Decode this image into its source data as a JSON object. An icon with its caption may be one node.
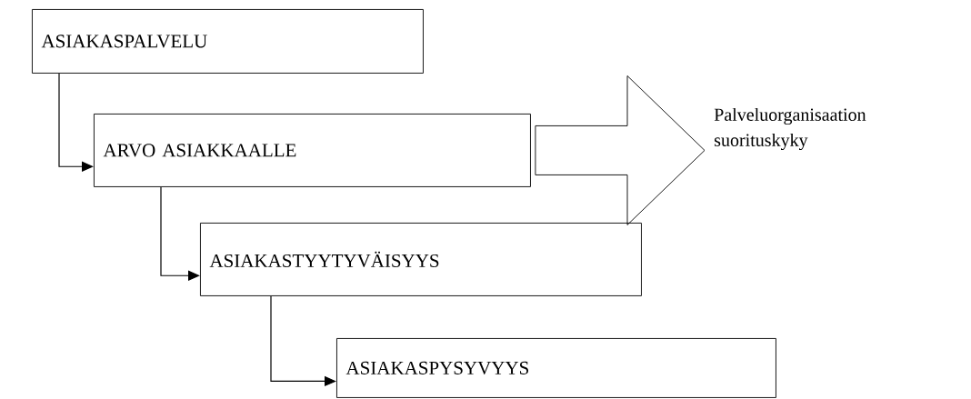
{
  "diagram": {
    "nodes": [
      {
        "text": [
          "ASIAKASPALVELU"
        ]
      },
      {
        "text": [
          "ARVO ASIAKKAALLE"
        ]
      },
      {
        "text": [
          "ASIAKASTYYTYVÄISYYS"
        ]
      },
      {
        "text": [
          "ASIAKASPYSYVYYS"
        ]
      },
      {
        "text": [
          "Palveluorganisaation suorituskyky"
        ]
      }
    ],
    "edges": [
      {
        "from": 0,
        "to": 1,
        "arrow": "to"
      },
      {
        "from": 1,
        "to": 2,
        "arrow": "to"
      },
      {
        "from": 2,
        "to": 3,
        "arrow": "to"
      },
      {
        "from": 1,
        "to": 4,
        "arrow": "to"
      }
    ]
  }
}
